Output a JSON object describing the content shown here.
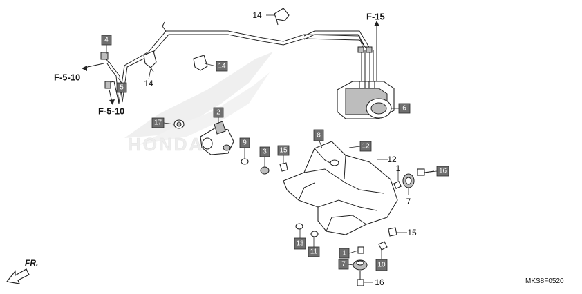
{
  "diagram": {
    "callouts": [
      {
        "id": "c4",
        "label": "4",
        "style": "box"
      },
      {
        "id": "c5",
        "label": "5",
        "style": "box"
      },
      {
        "id": "c14a",
        "label": "14",
        "style": "box"
      },
      {
        "id": "c14b",
        "label": "14",
        "style": "plain"
      },
      {
        "id": "c14c",
        "label": "14",
        "style": "plain"
      },
      {
        "id": "c6",
        "label": "6",
        "style": "box"
      },
      {
        "id": "c2",
        "label": "2",
        "style": "box"
      },
      {
        "id": "c17",
        "label": "17",
        "style": "box"
      },
      {
        "id": "c9",
        "label": "9",
        "style": "box"
      },
      {
        "id": "c3",
        "label": "3",
        "style": "box"
      },
      {
        "id": "c15a",
        "label": "15",
        "style": "box"
      },
      {
        "id": "c8",
        "label": "8",
        "style": "box"
      },
      {
        "id": "c12a",
        "label": "12",
        "style": "box"
      },
      {
        "id": "c12b",
        "label": "12",
        "style": "plain"
      },
      {
        "id": "c1a",
        "label": "1",
        "style": "plain"
      },
      {
        "id": "c16a",
        "label": "16",
        "style": "box"
      },
      {
        "id": "c7a",
        "label": "7",
        "style": "plain"
      },
      {
        "id": "c15b",
        "label": "15",
        "style": "plain"
      },
      {
        "id": "c13",
        "label": "13",
        "style": "box"
      },
      {
        "id": "c11",
        "label": "11",
        "style": "box"
      },
      {
        "id": "c1b",
        "label": "1",
        "style": "box"
      },
      {
        "id": "c7b",
        "label": "7",
        "style": "box"
      },
      {
        "id": "c10",
        "label": "10",
        "style": "box"
      },
      {
        "id": "c16b",
        "label": "16",
        "style": "plain"
      }
    ],
    "references": [
      {
        "id": "r1",
        "label": "F-15"
      },
      {
        "id": "r2",
        "label": "F-5-10"
      },
      {
        "id": "r3",
        "label": "F-5-10"
      }
    ],
    "watermark_text": "HONDA",
    "direction_label": "FR.",
    "drawing_code": "MKS8F0520"
  },
  "colors": {
    "callout_fill": "#6f6f6f",
    "line": "#222222",
    "watermark": "#d9d9d9"
  }
}
